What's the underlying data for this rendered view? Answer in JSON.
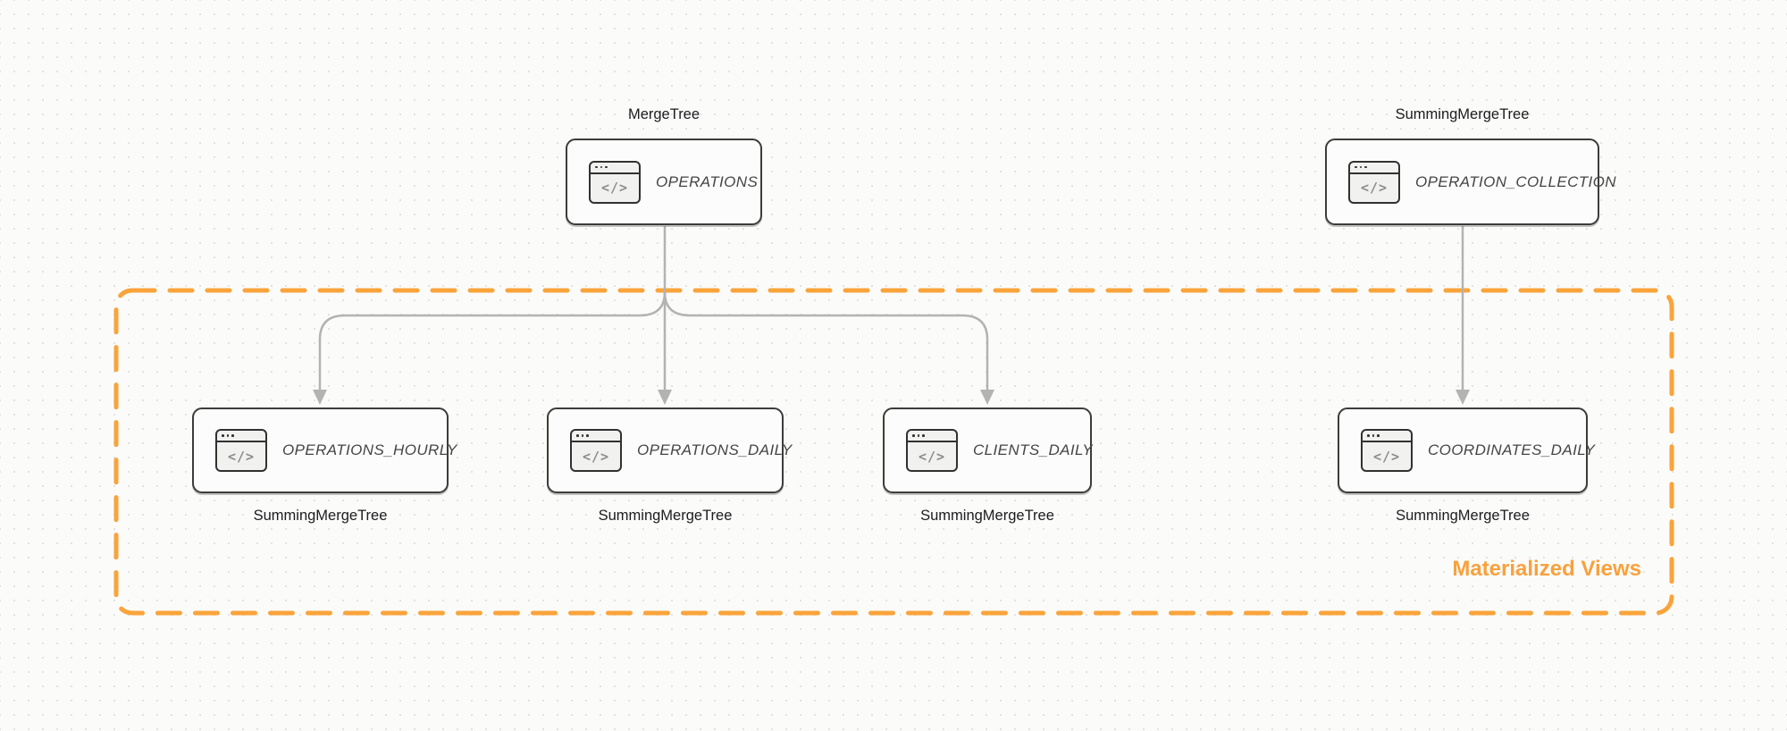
{
  "diagram": {
    "group_label": "Materialized Views",
    "accent_color": "#F9A43B",
    "arrow_color": "#B3B3B2",
    "icon_glyph": "</>",
    "icon_name": "code-window-icon",
    "nodes": [
      {
        "id": "operations",
        "engine_label": "MergeTree",
        "table": "OPERATIONS",
        "label_position": "top"
      },
      {
        "id": "operation_collection",
        "engine_label": "SummingMergeTree",
        "table": "OPERATION_COLLECTION",
        "label_position": "top"
      },
      {
        "id": "operations_hourly",
        "engine_label": "SummingMergeTree",
        "table": "OPERATIONS_HOURLY",
        "label_position": "bottom"
      },
      {
        "id": "operations_daily",
        "engine_label": "SummingMergeTree",
        "table": "OPERATIONS_DAILY",
        "label_position": "bottom"
      },
      {
        "id": "clients_daily",
        "engine_label": "SummingMergeTree",
        "table": "CLIENTS_DAILY",
        "label_position": "bottom"
      },
      {
        "id": "coordinates_daily",
        "engine_label": "SummingMergeTree",
        "table": "COORDINATES_DAILY",
        "label_position": "bottom"
      }
    ],
    "edges": [
      {
        "from": "operations",
        "to": "operations_hourly"
      },
      {
        "from": "operations",
        "to": "operations_daily"
      },
      {
        "from": "operations",
        "to": "clients_daily"
      },
      {
        "from": "operation_collection",
        "to": "coordinates_daily"
      }
    ]
  }
}
